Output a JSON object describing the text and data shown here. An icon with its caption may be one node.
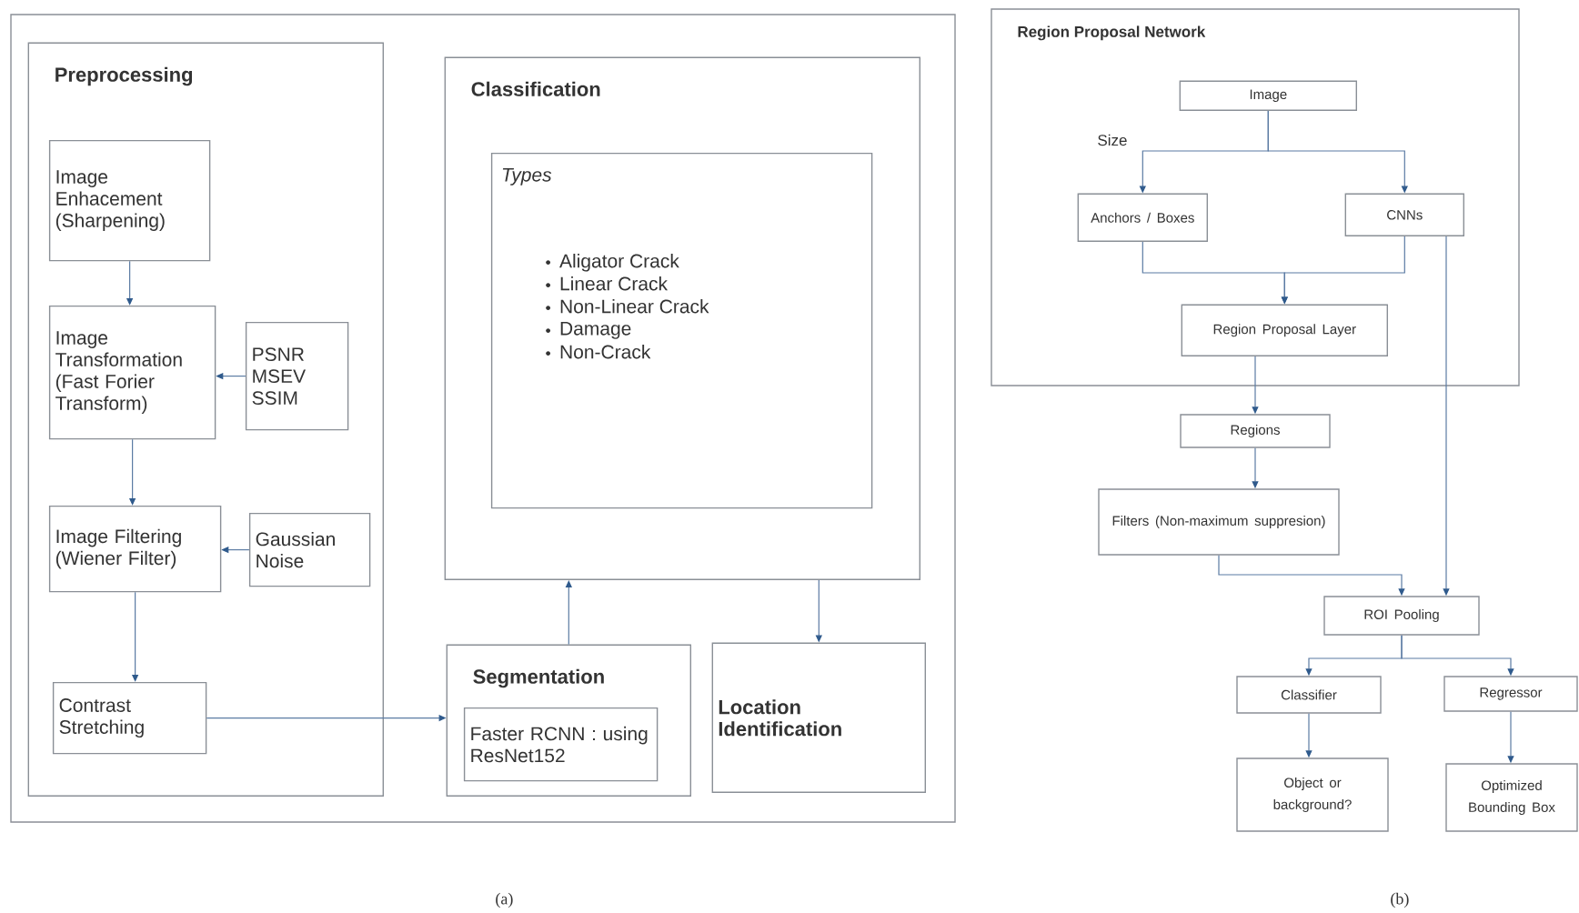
{
  "diagram": {
    "nodes": [
      {
        "text": [],
        "shape": "box"
      },
      {
        "text": [
          "Preprocessing"
        ],
        "in": 0
      },
      {
        "text": [
          "Image Enhacement (Sharpening)"
        ],
        "in": 1
      },
      {
        "text": [
          "Image Transformation (Fast Forier Transform)"
        ],
        "in": 1
      },
      {
        "text": [
          "PSNR MSEV SSIM"
        ],
        "in": 1
      },
      {
        "text": [
          "Image Filtering (Wiener Filter)"
        ],
        "in": 1
      },
      {
        "text": [
          "Gaussian Noise"
        ],
        "in": 1
      },
      {
        "text": [
          "Contrast Stretching"
        ],
        "in": 1
      },
      {
        "text": [
          "Classification"
        ],
        "in": 0
      },
      {
        "text": [
          "Types",
          "Aligator Crack",
          "Linear Crack",
          "Non-Linear Crack",
          "Damage",
          "Non-Crack"
        ],
        "in": 8
      },
      {
        "text": [
          "Segmentation"
        ],
        "in": 0
      },
      {
        "text": [
          "Faster RCNN : using ResNet152"
        ],
        "in": 10
      },
      {
        "text": [
          "Location Identification"
        ],
        "in": 0
      },
      {
        "text": [
          "Region Proposal Network"
        ]
      },
      {
        "text": [
          "Image"
        ],
        "in": 13
      },
      {
        "text": [
          "Anchors / Boxes"
        ],
        "in": 13
      },
      {
        "text": [
          "CNNs"
        ],
        "in": 13
      },
      {
        "text": [
          "Region Proposal Layer"
        ],
        "in": 13
      },
      {
        "text": [
          "Regions"
        ]
      },
      {
        "text": [
          "Filters (Non-maximum suppresion)"
        ]
      },
      {
        "text": [
          "ROI Pooling"
        ]
      },
      {
        "text": [
          "Classifier"
        ]
      },
      {
        "text": [
          "Regressor"
        ]
      },
      {
        "text": [
          "Object or background?"
        ]
      },
      {
        "text": [
          "Optimized Bounding Box"
        ]
      }
    ],
    "edges": [
      {
        "from": 2,
        "to": 3,
        "arrow": "to"
      },
      {
        "from": 4,
        "to": 3,
        "arrow": "to"
      },
      {
        "from": 3,
        "to": 5,
        "arrow": "to"
      },
      {
        "from": 6,
        "to": 5,
        "arrow": "to"
      },
      {
        "from": 5,
        "to": 7,
        "arrow": "to"
      },
      {
        "from": 7,
        "to": 10,
        "arrow": "to"
      },
      {
        "from": 10,
        "to": 8,
        "arrow": "to"
      },
      {
        "from": 8,
        "to": 12,
        "arrow": "to"
      },
      {
        "from": 14,
        "to": 15,
        "arrow": "to"
      },
      {
        "from": 14,
        "to": 16,
        "arrow": "to"
      },
      {
        "from": 15,
        "to": 17,
        "arrow": "to"
      },
      {
        "from": 16,
        "to": 17,
        "arrow": "to"
      },
      {
        "from": 17,
        "to": 18,
        "arrow": "to"
      },
      {
        "from": 18,
        "to": 19,
        "arrow": "to"
      },
      {
        "from": 19,
        "to": 20,
        "arrow": "to"
      },
      {
        "from": 16,
        "to": 20,
        "arrow": "to"
      },
      {
        "from": 20,
        "to": 21,
        "arrow": "to"
      },
      {
        "from": 20,
        "to": 22,
        "arrow": "to"
      },
      {
        "from": 21,
        "to": 23,
        "arrow": "to"
      },
      {
        "from": 22,
        "to": 24,
        "arrow": "to"
      }
    ],
    "labels": [
      "Size",
      "(a)",
      "(b)"
    ]
  }
}
